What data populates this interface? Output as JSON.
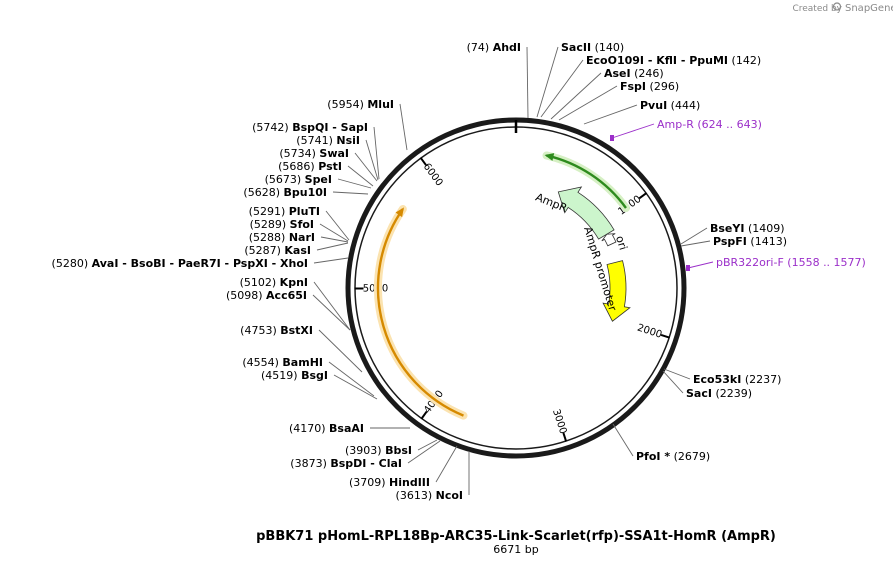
{
  "credit": {
    "created_by": "Created by",
    "brand": "SnapGene",
    "brand_icon": "snapgene-logo-icon"
  },
  "title": "pBBK71 pHomL-RPL18Bp-ARC35-Link-Scarlet(rfp)-SSA1t-HomR (AmpR)",
  "subtitle": "6671 bp",
  "plasmid_length": 6671,
  "ticks": [
    "1000",
    "2000",
    "3000",
    "4000",
    "5000",
    "6000"
  ],
  "features": [
    {
      "name": "AmpR",
      "label": "AmpR",
      "start": 440,
      "end": 1100,
      "direction": "ccw",
      "fill": "#ccf5cc",
      "stroke": "#333333"
    },
    {
      "name": "AmpR promoter",
      "label": "AmpR promoter",
      "start": 1100,
      "end": 1210,
      "direction": "ccw",
      "fill": "#ffffff",
      "stroke": "#333333"
    },
    {
      "name": "ori",
      "label": "ori",
      "start": 1400,
      "end": 2020,
      "direction": "cw",
      "fill": "#ffff00",
      "stroke": "#333333"
    }
  ],
  "orfs": [
    {
      "name": "orf-green",
      "start": 240,
      "end": 1000,
      "direction": "ccw",
      "color": "#2e8b1e",
      "halo": "#d6f0c4"
    },
    {
      "name": "orf-orange",
      "start": 3750,
      "end": 5650,
      "direction": "cw",
      "color": "#d68a00",
      "halo": "#fbe3b0"
    }
  ],
  "sites": [
    {
      "name": "AhdI",
      "pos": "(74)",
      "side": "left"
    },
    {
      "name": "SacII",
      "pos": "(140)",
      "side": "right"
    },
    {
      "name": "EcoO109I   -  KflI   -  PpuMI",
      "pos": "(142)",
      "side": "right"
    },
    {
      "name": "AseI",
      "pos": "(246)",
      "side": "right"
    },
    {
      "name": "FspI",
      "pos": "(296)",
      "side": "right"
    },
    {
      "name": "PvuI",
      "pos": "(444)",
      "side": "right"
    },
    {
      "name": "Amp-R",
      "pos": "(624 .. 643)",
      "side": "right",
      "primer": true
    },
    {
      "name": "BseYI",
      "pos": "(1409)",
      "side": "right"
    },
    {
      "name": "PspFI",
      "pos": "(1413)",
      "side": "right"
    },
    {
      "name": "pBR322ori-F",
      "pos": "(1558 .. 1577)",
      "side": "right",
      "primer": true
    },
    {
      "name": "Eco53kI",
      "pos": "(2237)",
      "side": "right"
    },
    {
      "name": "SacI",
      "pos": "(2239)",
      "side": "right"
    },
    {
      "name": "PfoI *",
      "pos": "(2679)",
      "side": "right"
    },
    {
      "name": "NcoI",
      "pos": "(3613)",
      "side": "left"
    },
    {
      "name": "HindIII",
      "pos": "(3709)",
      "side": "left"
    },
    {
      "name": "BspDI   -  ClaI",
      "pos": "(3873)",
      "side": "left"
    },
    {
      "name": "BbsI",
      "pos": "(3903)",
      "side": "left"
    },
    {
      "name": "BsaAI",
      "pos": "(4170)",
      "side": "left"
    },
    {
      "name": "BsgI",
      "pos": "(4519)",
      "side": "left"
    },
    {
      "name": "BamHI",
      "pos": "(4554)",
      "side": "left"
    },
    {
      "name": "BstXI",
      "pos": "(4753)",
      "side": "left"
    },
    {
      "name": "Acc65I",
      "pos": "(5098)",
      "side": "left"
    },
    {
      "name": "KpnI",
      "pos": "(5102)",
      "side": "left"
    },
    {
      "name": "AvaI   -  BsoBI   -  PaeR7I   -  PspXI   -  XhoI",
      "pos": "(5280)",
      "side": "left"
    },
    {
      "name": "KasI",
      "pos": "(5287)",
      "side": "left"
    },
    {
      "name": "NarI",
      "pos": "(5288)",
      "side": "left"
    },
    {
      "name": "SfoI",
      "pos": "(5289)",
      "side": "left"
    },
    {
      "name": "PluTI",
      "pos": "(5291)",
      "side": "left"
    },
    {
      "name": "Bpu10I",
      "pos": "(5628)",
      "side": "left"
    },
    {
      "name": "SpeI",
      "pos": "(5673)",
      "side": "left"
    },
    {
      "name": "PstI",
      "pos": "(5686)",
      "side": "left"
    },
    {
      "name": "SwaI",
      "pos": "(5734)",
      "side": "left"
    },
    {
      "name": "NsiI",
      "pos": "(5741)",
      "side": "left"
    },
    {
      "name": "BspQI   -  SapI",
      "pos": "(5742)",
      "side": "left"
    },
    {
      "name": "MluI",
      "pos": "(5954)",
      "side": "left"
    }
  ]
}
